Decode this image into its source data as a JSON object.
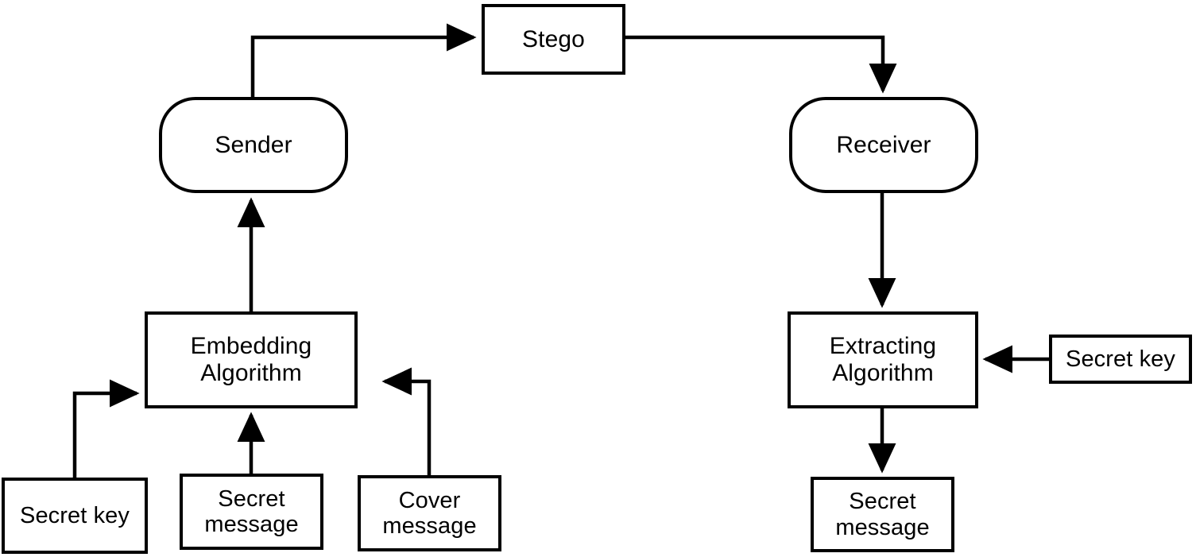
{
  "diagram": {
    "title": "Steganography embedding and extracting flow",
    "background_color": "#ffffff",
    "stroke_color": "#000000",
    "text_color": "#000000",
    "nodes": {
      "stego": {
        "label": "Stego",
        "shape": "rectangle"
      },
      "sender": {
        "label": "Sender",
        "shape": "stadium"
      },
      "receiver": {
        "label": "Receiver",
        "shape": "stadium"
      },
      "embedding_algorithm": {
        "label": "Embedding\nAlgorithm",
        "shape": "rectangle"
      },
      "extracting_algorithm": {
        "label": "Extracting\nAlgorithm",
        "shape": "rectangle"
      },
      "secret_key_left": {
        "label": "Secret key",
        "shape": "rectangle"
      },
      "secret_message_left": {
        "label": "Secret\nmessage",
        "shape": "rectangle"
      },
      "cover_message": {
        "label": "Cover\nmessage",
        "shape": "rectangle"
      },
      "secret_key_right": {
        "label": "Secret key",
        "shape": "rectangle"
      },
      "secret_message_right": {
        "label": "Secret\nmessage",
        "shape": "rectangle"
      }
    },
    "edges": [
      {
        "from": "sender",
        "to": "stego",
        "style": "elbow",
        "arrow": "to"
      },
      {
        "from": "stego",
        "to": "receiver",
        "style": "elbow",
        "arrow": "to"
      },
      {
        "from": "embedding_algorithm",
        "to": "sender",
        "style": "straight",
        "arrow": "to"
      },
      {
        "from": "receiver",
        "to": "extracting_algorithm",
        "style": "straight",
        "arrow": "to"
      },
      {
        "from": "secret_key_left",
        "to": "embedding_algorithm",
        "style": "elbow",
        "arrow": "to"
      },
      {
        "from": "secret_message_left",
        "to": "embedding_algorithm",
        "style": "straight",
        "arrow": "to"
      },
      {
        "from": "cover_message",
        "to": "embedding_algorithm",
        "style": "elbow",
        "arrow": "to"
      },
      {
        "from": "secret_key_right",
        "to": "extracting_algorithm",
        "style": "straight",
        "arrow": "to"
      },
      {
        "from": "extracting_algorithm",
        "to": "secret_message_right",
        "style": "straight",
        "arrow": "to"
      }
    ]
  }
}
